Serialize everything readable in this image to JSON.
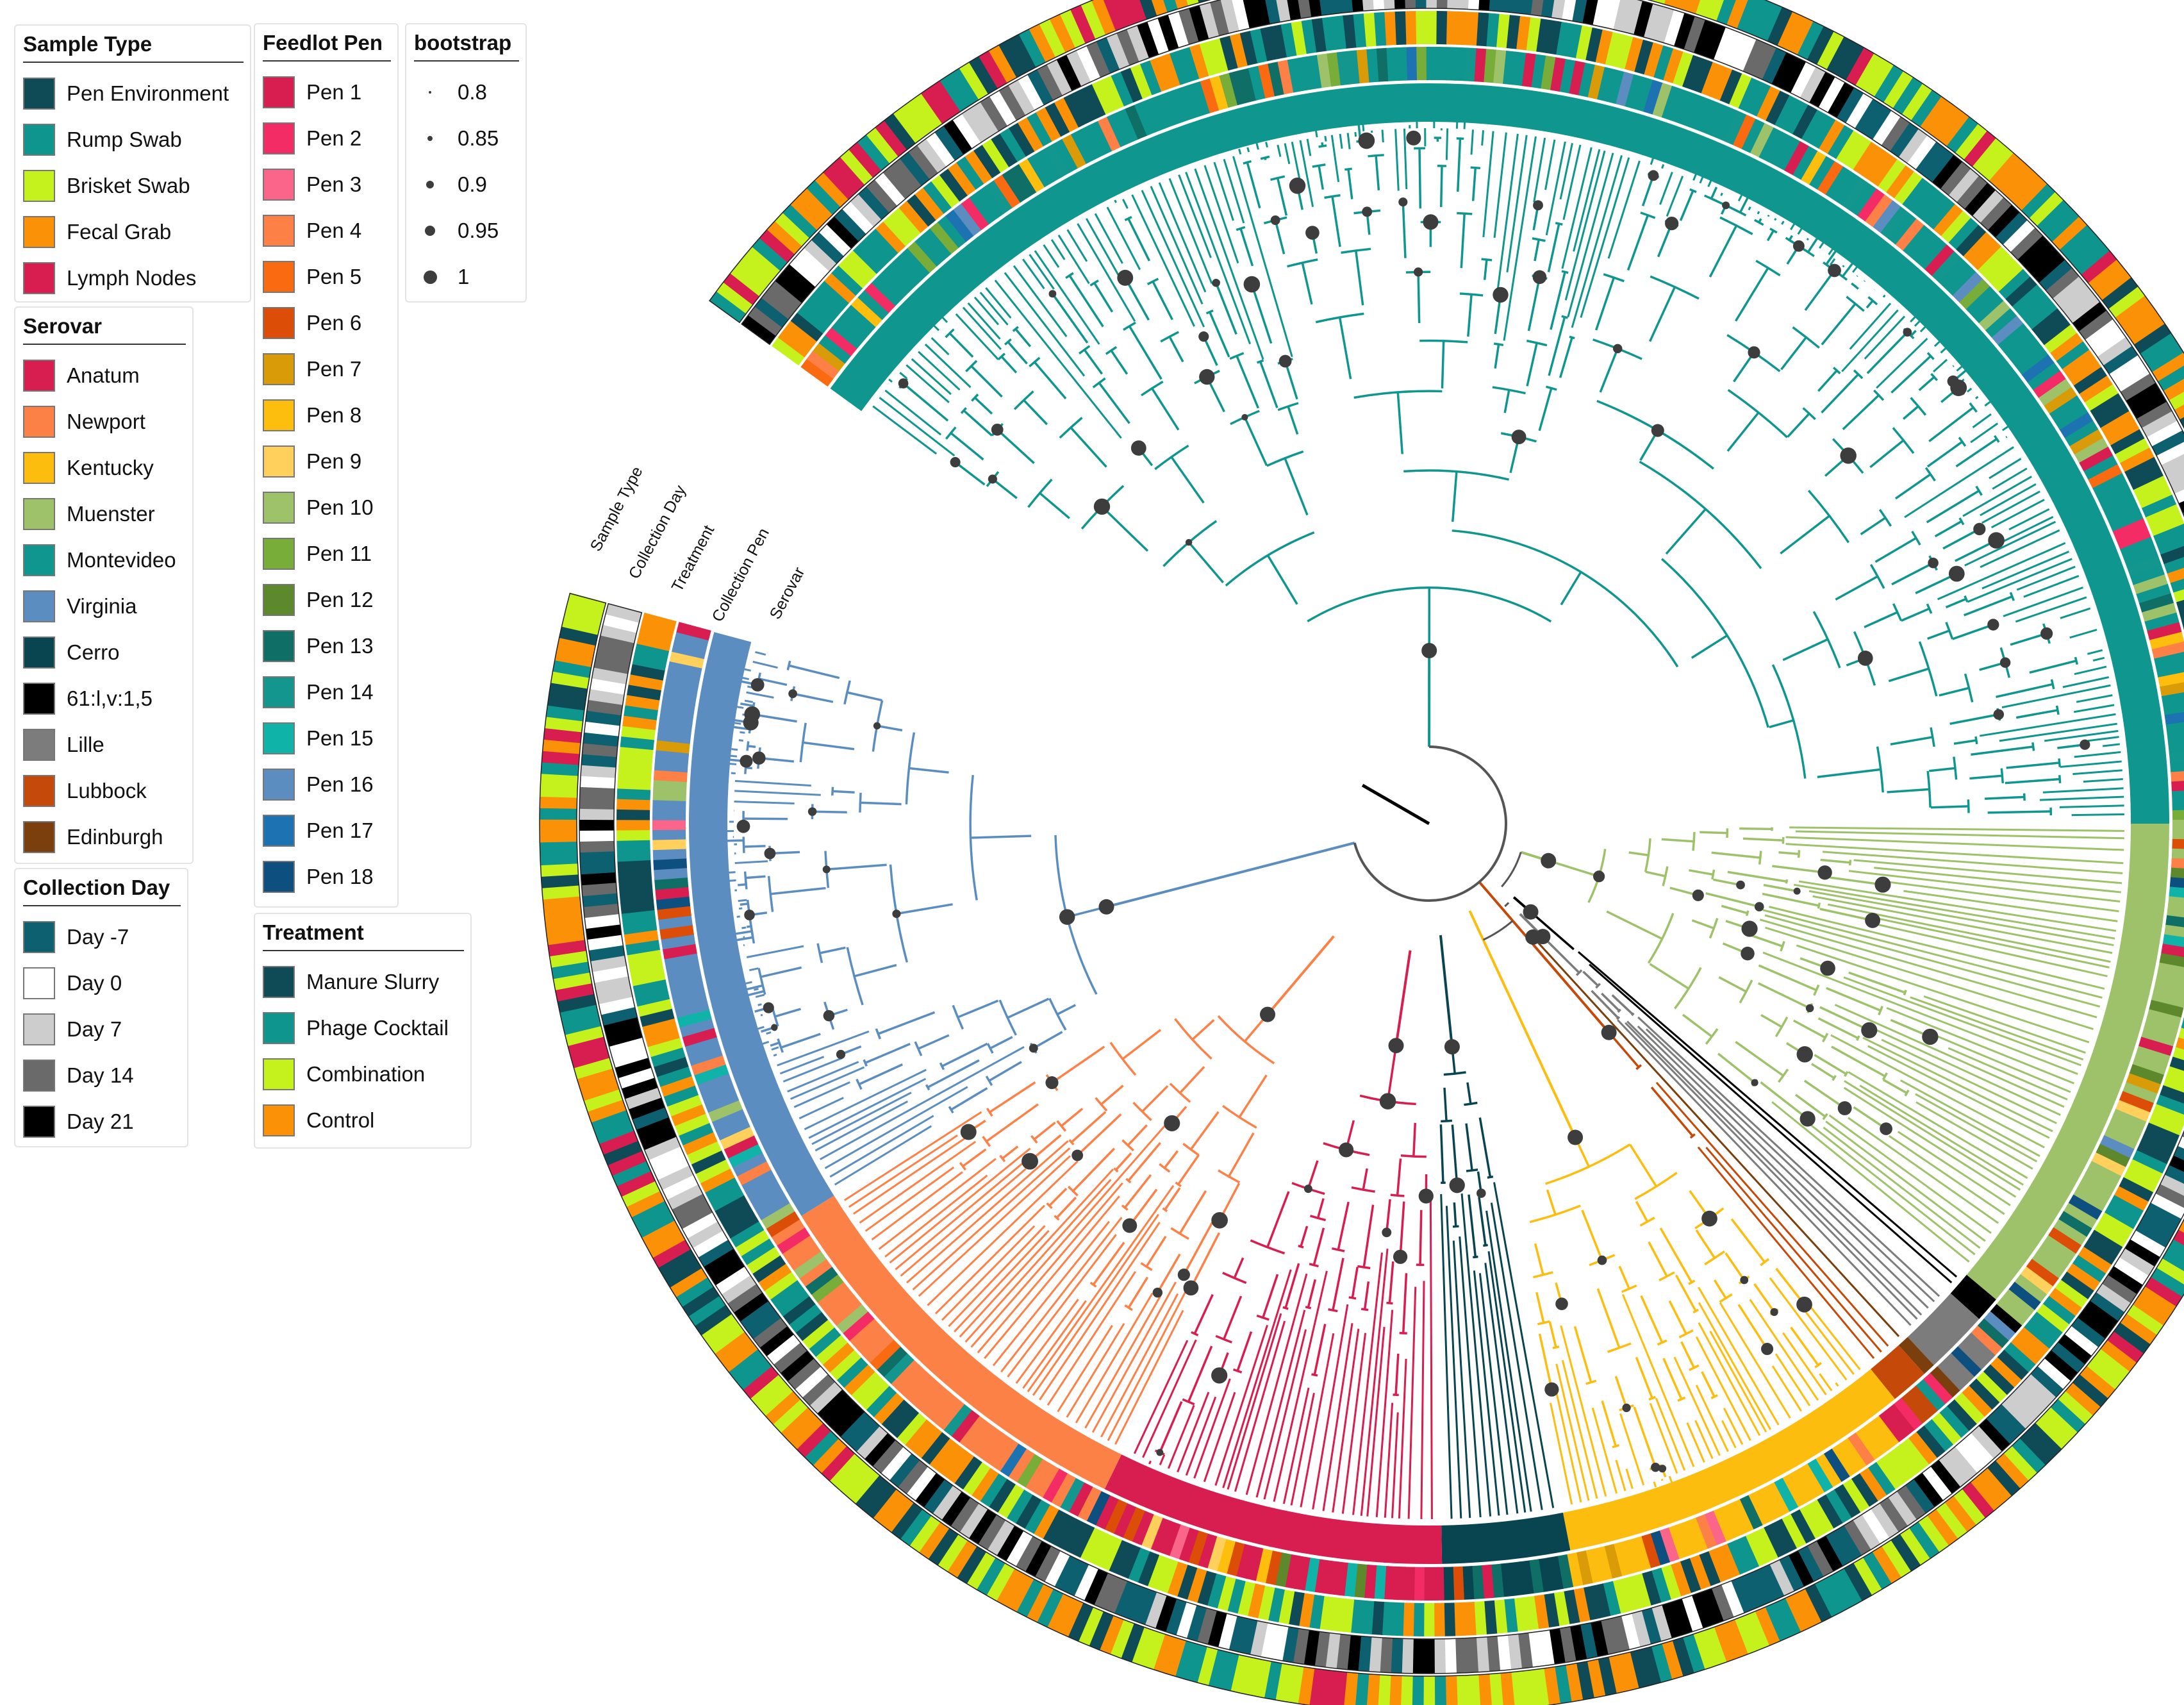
{
  "legends": {
    "sample_type": {
      "title": "Sample Type",
      "items": [
        {
          "label": "Pen Environment",
          "color": "#0f4b57"
        },
        {
          "label": "Rump Swab",
          "color": "#0e958e"
        },
        {
          "label": "Brisket Swab",
          "color": "#c5f21c"
        },
        {
          "label": "Fecal Grab",
          "color": "#fb9107"
        },
        {
          "label": "Lymph Nodes",
          "color": "#d81e50"
        }
      ]
    },
    "serovar": {
      "title": "Serovar",
      "items": [
        {
          "label": "Anatum",
          "color": "#d81e50"
        },
        {
          "label": "Newport",
          "color": "#fb8147"
        },
        {
          "label": "Kentucky",
          "color": "#fdbd0e"
        },
        {
          "label": "Muenster",
          "color": "#9ec26a"
        },
        {
          "label": "Montevideo",
          "color": "#0f968f"
        },
        {
          "label": "Virginia",
          "color": "#5b8dc0"
        },
        {
          "label": "Cerro",
          "color": "#084551"
        },
        {
          "label": "61:l,v:1,5",
          "color": "#000000"
        },
        {
          "label": "Lille",
          "color": "#7c7c7c"
        },
        {
          "label": "Lubbock",
          "color": "#c54a09"
        },
        {
          "label": "Edinburgh",
          "color": "#7b3e0d"
        }
      ]
    },
    "collection_day": {
      "title": "Collection Day",
      "items": [
        {
          "label": "Day -7",
          "color": "#0d6070"
        },
        {
          "label": "Day 0",
          "color": "#ffffff"
        },
        {
          "label": "Day 7",
          "color": "#cdcdcd"
        },
        {
          "label": "Day 14",
          "color": "#6a6a6a"
        },
        {
          "label": "Day 21",
          "color": "#000000"
        }
      ]
    },
    "feedlot_pen": {
      "title": "Feedlot Pen",
      "items": [
        {
          "label": "Pen 1",
          "color": "#d81e50"
        },
        {
          "label": "Pen 2",
          "color": "#f32c66"
        },
        {
          "label": "Pen 3",
          "color": "#fa6589"
        },
        {
          "label": "Pen 4",
          "color": "#fd8046"
        },
        {
          "label": "Pen 5",
          "color": "#fa6a10"
        },
        {
          "label": "Pen 6",
          "color": "#dc4d08"
        },
        {
          "label": "Pen 7",
          "color": "#d99b08"
        },
        {
          "label": "Pen 8",
          "color": "#fdbe0e"
        },
        {
          "label": "Pen 9",
          "color": "#ffd05c"
        },
        {
          "label": "Pen 10",
          "color": "#9ec26a"
        },
        {
          "label": "Pen 11",
          "color": "#79ad3a"
        },
        {
          "label": "Pen 12",
          "color": "#5e882c"
        },
        {
          "label": "Pen 13",
          "color": "#0f6f67"
        },
        {
          "label": "Pen 14",
          "color": "#12968e"
        },
        {
          "label": "Pen 15",
          "color": "#10b3a7"
        },
        {
          "label": "Pen 16",
          "color": "#5b8dc0"
        },
        {
          "label": "Pen 17",
          "color": "#1d72b1"
        },
        {
          "label": "Pen 18",
          "color": "#0d4f7f"
        }
      ]
    },
    "bootstrap": {
      "title": "bootstrap",
      "items": [
        {
          "label": "0.8",
          "size": 0.8
        },
        {
          "label": "0.85",
          "size": 0.85
        },
        {
          "label": "0.9",
          "size": 0.9
        },
        {
          "label": "0.95",
          "size": 0.95
        },
        {
          "label": "1",
          "size": 1
        }
      ]
    },
    "treatment": {
      "title": "Treatment",
      "items": [
        {
          "label": "Manure Slurry",
          "color": "#0f4b57"
        },
        {
          "label": "Phage Cocktail",
          "color": "#0e958e"
        },
        {
          "label": "Combination",
          "color": "#c5f21c"
        },
        {
          "label": "Control",
          "color": "#fb9107"
        }
      ]
    }
  },
  "ring_labels": {
    "sample_type": "Sample Type",
    "collection_day": "Collection Day",
    "treatment": "Treatment",
    "collection_pen": "Collection Pen",
    "serovar": "Serovar"
  },
  "tree_clades": [
    {
      "serovar": "Montevideo",
      "color": "#0f968f",
      "start_deg": -144,
      "end_deg": 0
    },
    {
      "serovar": "Muenster",
      "color": "#9ec26a",
      "start_deg": 0,
      "end_deg": 40
    },
    {
      "serovar": "61:l,v:1,5",
      "color": "#000000",
      "start_deg": 40,
      "end_deg": 42
    },
    {
      "serovar": "Lille",
      "color": "#7c7c7c",
      "start_deg": 42,
      "end_deg": 47
    },
    {
      "serovar": "Edinburgh",
      "color": "#7b3e0d",
      "start_deg": 47,
      "end_deg": 48
    },
    {
      "serovar": "Lubbock",
      "color": "#c54a09",
      "start_deg": 48,
      "end_deg": 51
    },
    {
      "serovar": "Kentucky",
      "color": "#fdbd0e",
      "start_deg": 51,
      "end_deg": 79
    },
    {
      "serovar": "Cerro",
      "color": "#084551",
      "start_deg": 79,
      "end_deg": 89
    },
    {
      "serovar": "Anatum",
      "color": "#d81e50",
      "start_deg": 89,
      "end_deg": 116
    },
    {
      "serovar": "Newport",
      "color": "#fb8147",
      "start_deg": 116,
      "end_deg": 148
    },
    {
      "serovar": "Virginia",
      "color": "#5b8dc0",
      "start_deg": 148,
      "end_deg": 195
    }
  ]
}
